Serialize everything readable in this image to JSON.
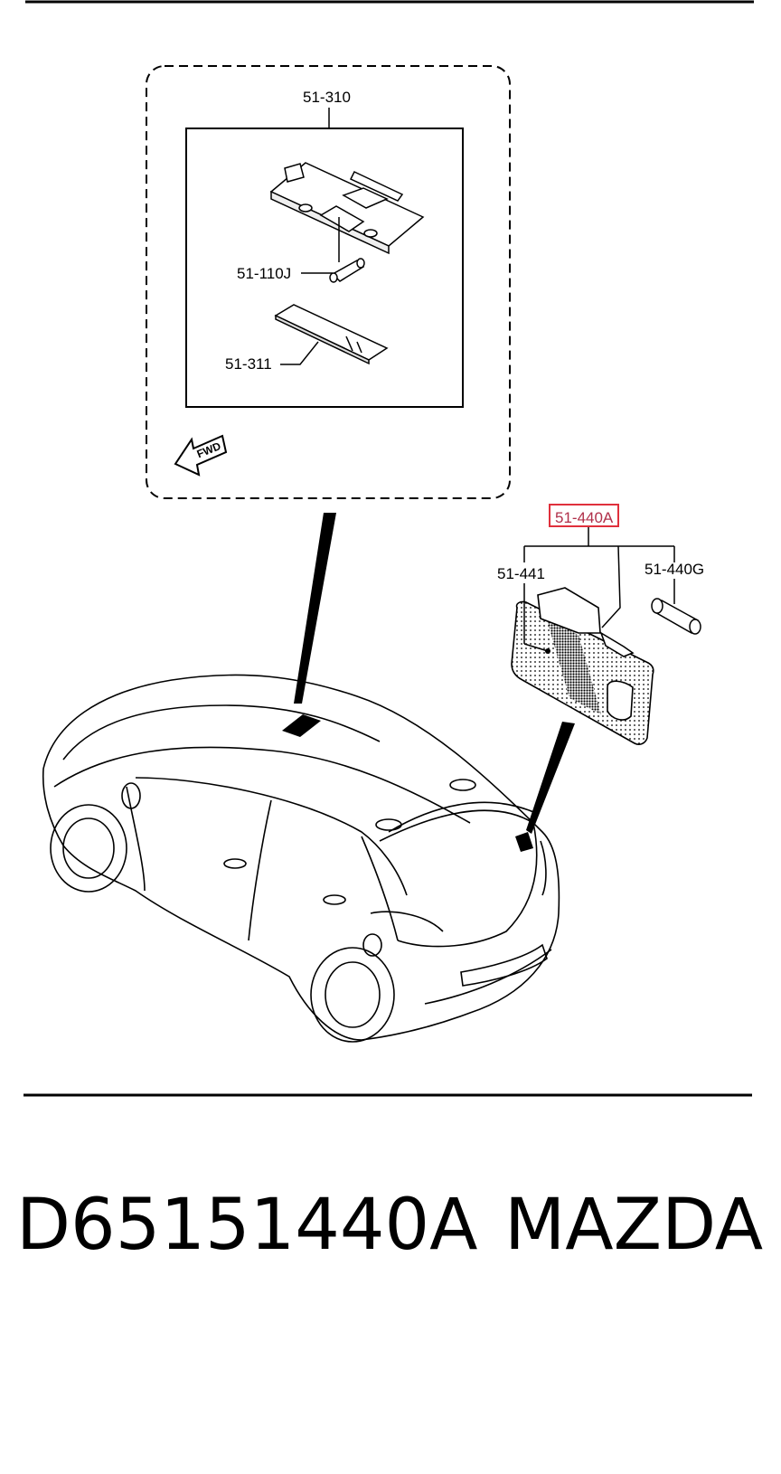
{
  "diagram": {
    "callouts": {
      "dome_light_assembly": "51-310",
      "dome_bulb": "51-110J",
      "dome_lens": "51-311",
      "luggage_light_assembly": "51-440A",
      "luggage_lens": "51-441",
      "luggage_bulb": "51-440G"
    },
    "direction_marker": "FWD",
    "highlighted_callout": "51-440A",
    "highlight_color": "#e0303c"
  },
  "caption": {
    "part_number": "D65151440A",
    "brand": "MAZDA"
  }
}
